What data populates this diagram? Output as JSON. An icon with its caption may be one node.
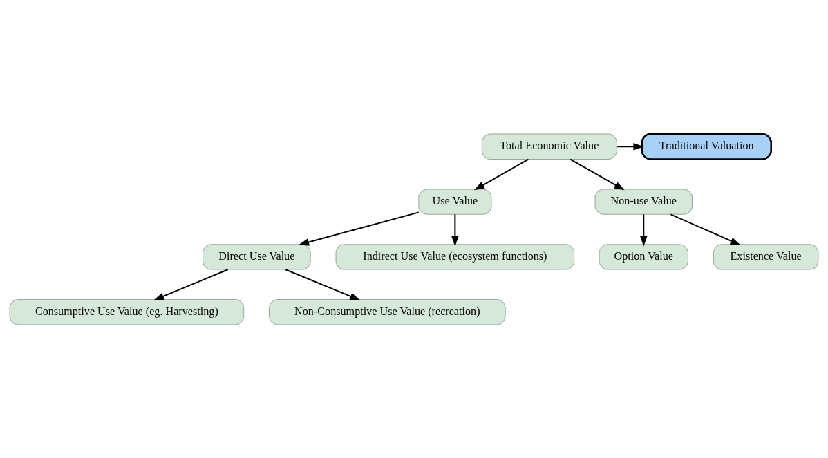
{
  "diagram": {
    "nodes": [
      {
        "text": [
          "Total Economic Value"
        ]
      },
      {
        "text": [
          "Traditional Valuation"
        ]
      },
      {
        "text": [
          "Use Value"
        ]
      },
      {
        "text": [
          "Non-use Value"
        ]
      },
      {
        "text": [
          "Direct Use Value"
        ]
      },
      {
        "text": [
          "Indirect Use Value (ecosystem functions)"
        ]
      },
      {
        "text": [
          "Option Value"
        ]
      },
      {
        "text": [
          "Existence Value"
        ]
      },
      {
        "text": [
          "Consumptive Use Value (eg. Harvesting)"
        ]
      },
      {
        "text": [
          "Non-Consumptive Use Value (recreation)"
        ]
      }
    ],
    "edges": [
      {
        "from": 0,
        "to": 1,
        "arrow": "to"
      },
      {
        "from": 0,
        "to": 2,
        "arrow": "to"
      },
      {
        "from": 0,
        "to": 3,
        "arrow": "to"
      },
      {
        "from": 2,
        "to": 4,
        "arrow": "to"
      },
      {
        "from": 2,
        "to": 5,
        "arrow": "to"
      },
      {
        "from": 3,
        "to": 6,
        "arrow": "to"
      },
      {
        "from": 3,
        "to": 7,
        "arrow": "to"
      },
      {
        "from": 4,
        "to": 8,
        "arrow": "to"
      },
      {
        "from": 4,
        "to": 9,
        "arrow": "to"
      }
    ]
  }
}
